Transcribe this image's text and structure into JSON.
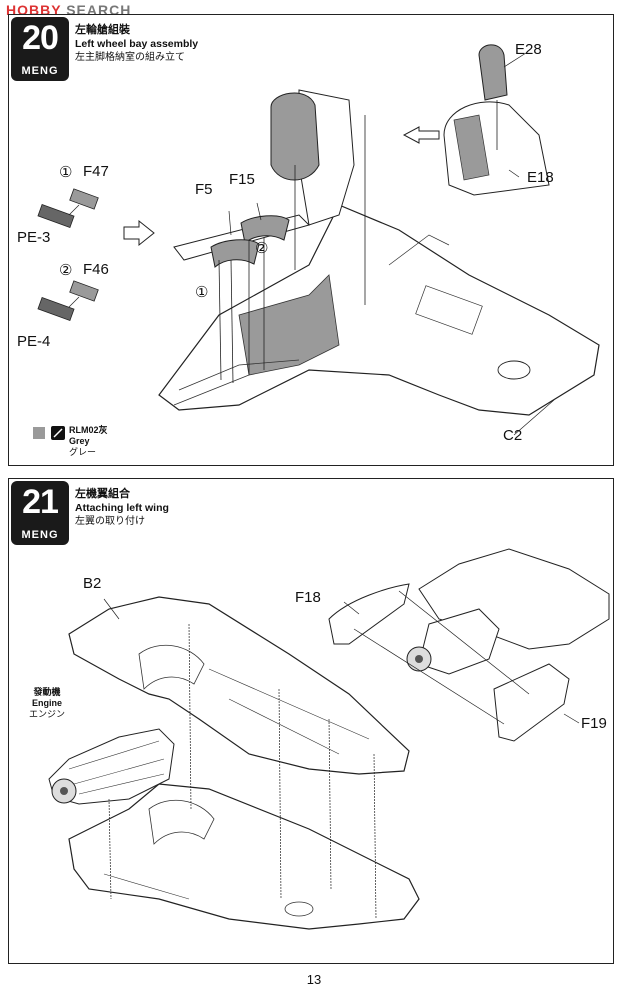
{
  "watermark": {
    "part1": "HOBBY",
    "part2": "SEARCH"
  },
  "step20": {
    "number": "20",
    "brand": "MENG",
    "title_cn": "左輪艙組裝",
    "title_en": "Left wheel bay assembly",
    "title_jp": "左主脚格納室の組み立て",
    "labels": {
      "f47": "F47",
      "f46": "F46",
      "pe3": "PE-3",
      "pe4": "PE-4",
      "f5": "F5",
      "f15": "F15",
      "e28": "E28",
      "e18": "E18",
      "c2": "C2",
      "step1a": "①",
      "step2a": "②",
      "step1b": "①",
      "step2b": "②"
    },
    "legend": {
      "code": "RLM02灰",
      "en": "Grey",
      "jp": "グレー",
      "color": "#9a9a9a"
    }
  },
  "step21": {
    "number": "21",
    "brand": "MENG",
    "title_cn": "左機翼組合",
    "title_en": "Attaching left wing",
    "title_jp": "左翼の取り付け",
    "labels": {
      "b2": "B2",
      "f18": "F18",
      "f19": "F19"
    },
    "engine": {
      "cn": "發動機",
      "en": "Engine",
      "jp": "エンジン"
    }
  },
  "page_number": "13"
}
